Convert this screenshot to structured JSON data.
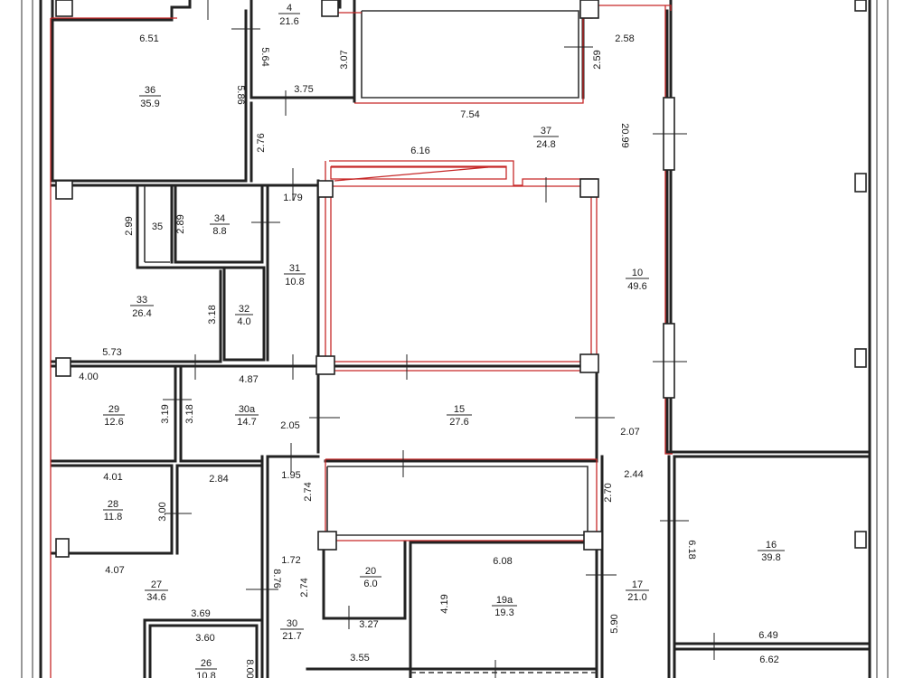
{
  "rooms": [
    {
      "id": "room-36",
      "number": "36",
      "area": "35.9"
    },
    {
      "id": "room-4",
      "number": "4",
      "area": "21.6"
    },
    {
      "id": "room-37",
      "number": "37",
      "area": "24.8"
    },
    {
      "id": "room-10",
      "number": "10",
      "area": "49.6"
    },
    {
      "id": "room-35",
      "number": "35",
      "area": ""
    },
    {
      "id": "room-34",
      "number": "34",
      "area": "8.8"
    },
    {
      "id": "room-31",
      "number": "31",
      "area": "10.8"
    },
    {
      "id": "room-33",
      "number": "33",
      "area": "26.4"
    },
    {
      "id": "room-32",
      "number": "32",
      "area": "4.0"
    },
    {
      "id": "room-29",
      "number": "29",
      "area": "12.6"
    },
    {
      "id": "room-30a",
      "number": "30a",
      "area": "14.7"
    },
    {
      "id": "room-15",
      "number": "15",
      "area": "27.6"
    },
    {
      "id": "room-28",
      "number": "28",
      "area": "11.8"
    },
    {
      "id": "room-27",
      "number": "27",
      "area": "34.6"
    },
    {
      "id": "room-20",
      "number": "20",
      "area": "6.0"
    },
    {
      "id": "room-19a",
      "number": "19a",
      "area": "19.3"
    },
    {
      "id": "room-17",
      "number": "17",
      "area": "21.0"
    },
    {
      "id": "room-16",
      "number": "16",
      "area": "39.8"
    },
    {
      "id": "room-30",
      "number": "30",
      "area": "21.7"
    },
    {
      "id": "room-26",
      "number": "26",
      "area": "10.8"
    }
  ],
  "dimensions": [
    "6.51",
    "5.64",
    "3.07",
    "2.58",
    "2.59",
    "5.86",
    "3.75",
    "7.54",
    "2.76",
    "20.99",
    "6.16",
    "1.79",
    "2.99",
    "2.89",
    "3.18",
    "5.73",
    "4.00",
    "4.87",
    "3.19",
    "3.18",
    "2.05",
    "2.07",
    "4.01",
    "2.84",
    "1.95",
    "2.74",
    "2.44",
    "2.70",
    "3.00",
    "4.07",
    "1.72",
    "8.76",
    "2.74",
    "6.08",
    "4.19",
    "6.18",
    "5.90",
    "3.69",
    "3.27",
    "3.60",
    "3.55",
    "6.49",
    "6.62",
    "8.00"
  ]
}
